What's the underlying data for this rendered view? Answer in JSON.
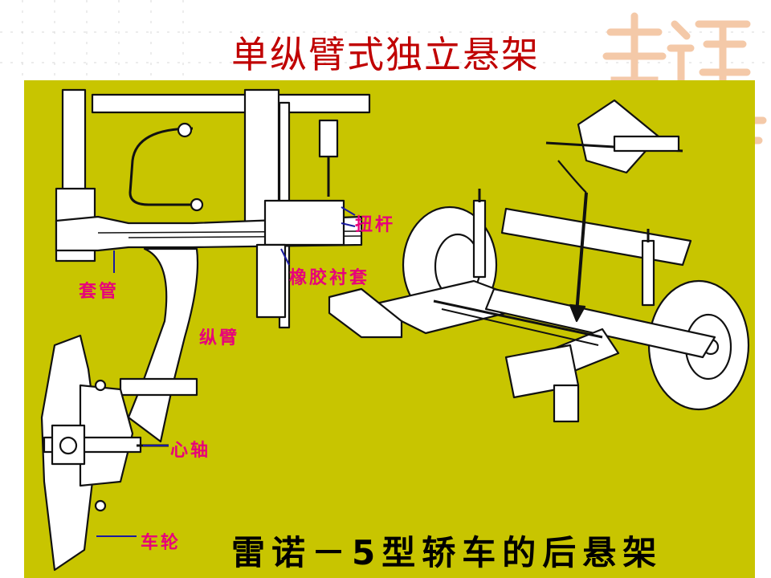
{
  "slide": {
    "title": "单纵臂式独立悬架",
    "caption": "雷诺－5型轿车的后悬架"
  },
  "labels": {
    "torsion_bar": "扭杆",
    "rubber_bushing": "橡胶衬套",
    "sleeve": "套管",
    "trailing_arm": "纵臂",
    "spindle": "心轴",
    "wheel": "车轮"
  },
  "colors": {
    "title": "#c00000",
    "panel": "#c8c500",
    "label": "#e8007a",
    "leader": "#1a1aa0",
    "caption": "#000000"
  }
}
